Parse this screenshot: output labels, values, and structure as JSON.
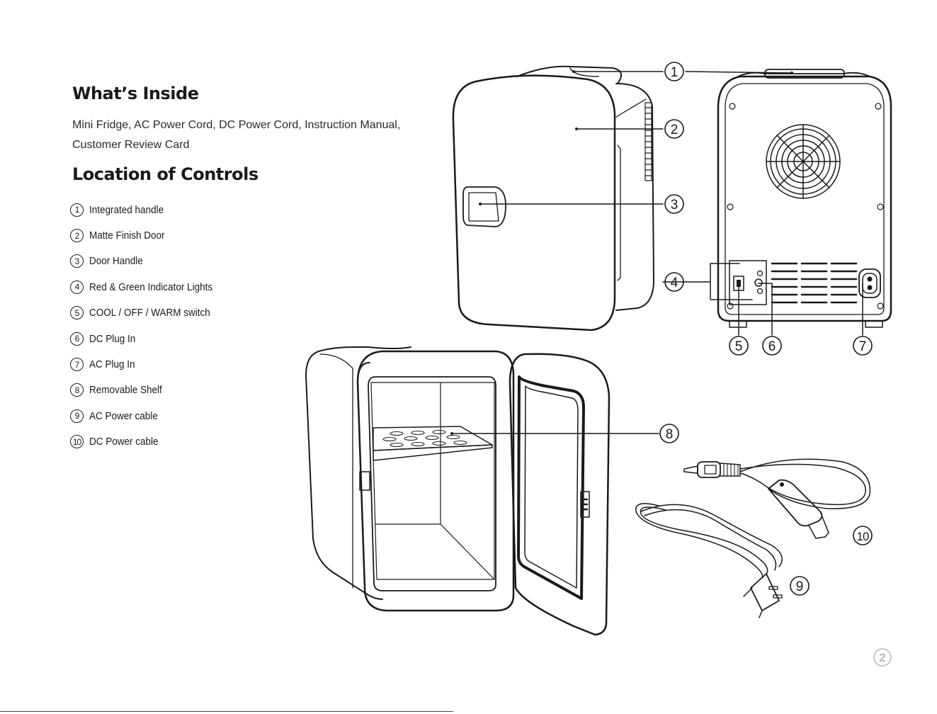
{
  "whats_inside": {
    "heading": "What’s Inside",
    "line1": "Mini Fridge, AC Power Cord, DC Power Cord, Instruction Manual,",
    "line2": "Customer Review Card"
  },
  "location_of_controls": {
    "heading": "Location of Controls",
    "items": [
      {
        "num": "1",
        "label": "Integrated handle"
      },
      {
        "num": "2",
        "label": "Matte Finish Door"
      },
      {
        "num": "3",
        "label": "Door Handle"
      },
      {
        "num": "4",
        "label": "Red & Green Indicator Lights"
      },
      {
        "num": "5",
        "label": "COOL / OFF / WARM switch"
      },
      {
        "num": "6",
        "label": "DC Plug In"
      },
      {
        "num": "7",
        "label": "AC Plug In"
      },
      {
        "num": "8",
        "label": "Removable Shelf"
      },
      {
        "num": "9",
        "label": "AC Power cable"
      },
      {
        "num": "10",
        "label": "DC Power cable"
      }
    ]
  },
  "callouts": [
    "1",
    "2",
    "3",
    "4",
    "5",
    "6",
    "7",
    "8",
    "9",
    "10"
  ],
  "page_number": "2",
  "colors": {
    "ink": "#1a1a1a",
    "page_number": "#bbbbbb",
    "background": "#ffffff"
  }
}
